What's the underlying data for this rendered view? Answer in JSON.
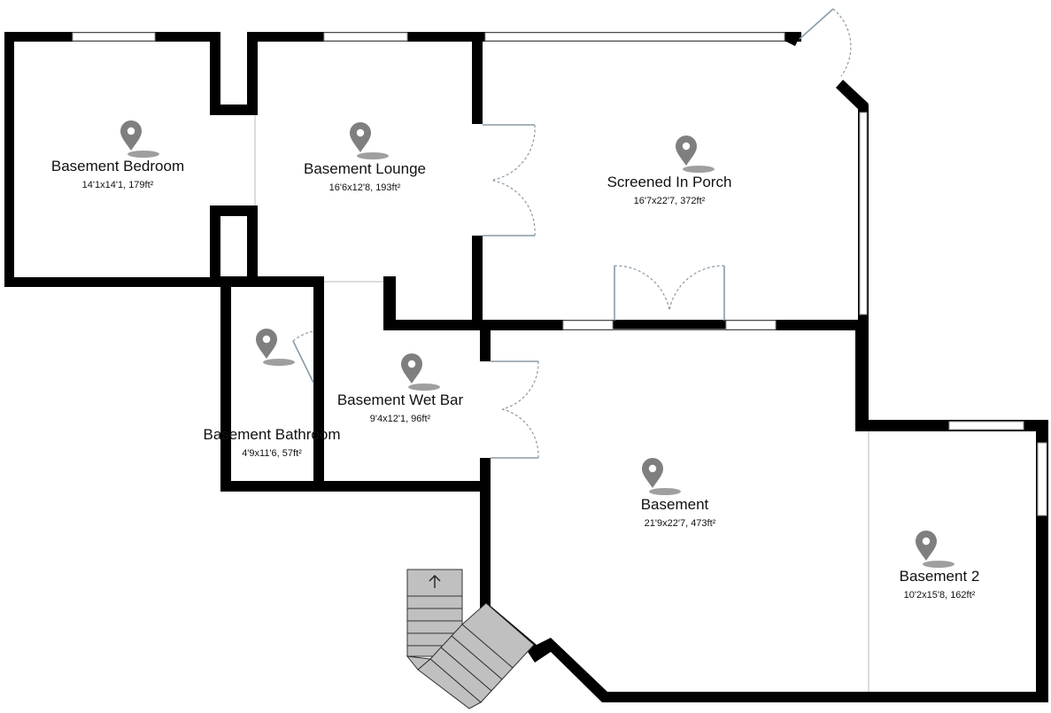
{
  "rooms": [
    {
      "name": "Basement Bedroom",
      "dims": "14'1x14'1, 179ft²"
    },
    {
      "name": "Basement Lounge",
      "dims": "16'6x12'8, 193ft²"
    },
    {
      "name": "Screened In Porch",
      "dims": "16'7x22'7, 372ft²"
    },
    {
      "name": "Basement Wet Bar",
      "dims": "9'4x12'1, 96ft²"
    },
    {
      "name": "Basement Bathroom",
      "dims": "4'9x11'6, 57ft²"
    },
    {
      "name": "Basement",
      "dims": "21'9x22'7, 473ft²"
    },
    {
      "name": "Basement 2",
      "dims": "10'2x15'8, 162ft²"
    }
  ],
  "icons": {
    "room_marker": "map-pin-icon",
    "stairs_arrow": "arrow-up-icon"
  },
  "colors": {
    "wall": "#000000",
    "marker": "#808080",
    "stairs": "#c0c0c0",
    "door": "#8a9aa6"
  }
}
